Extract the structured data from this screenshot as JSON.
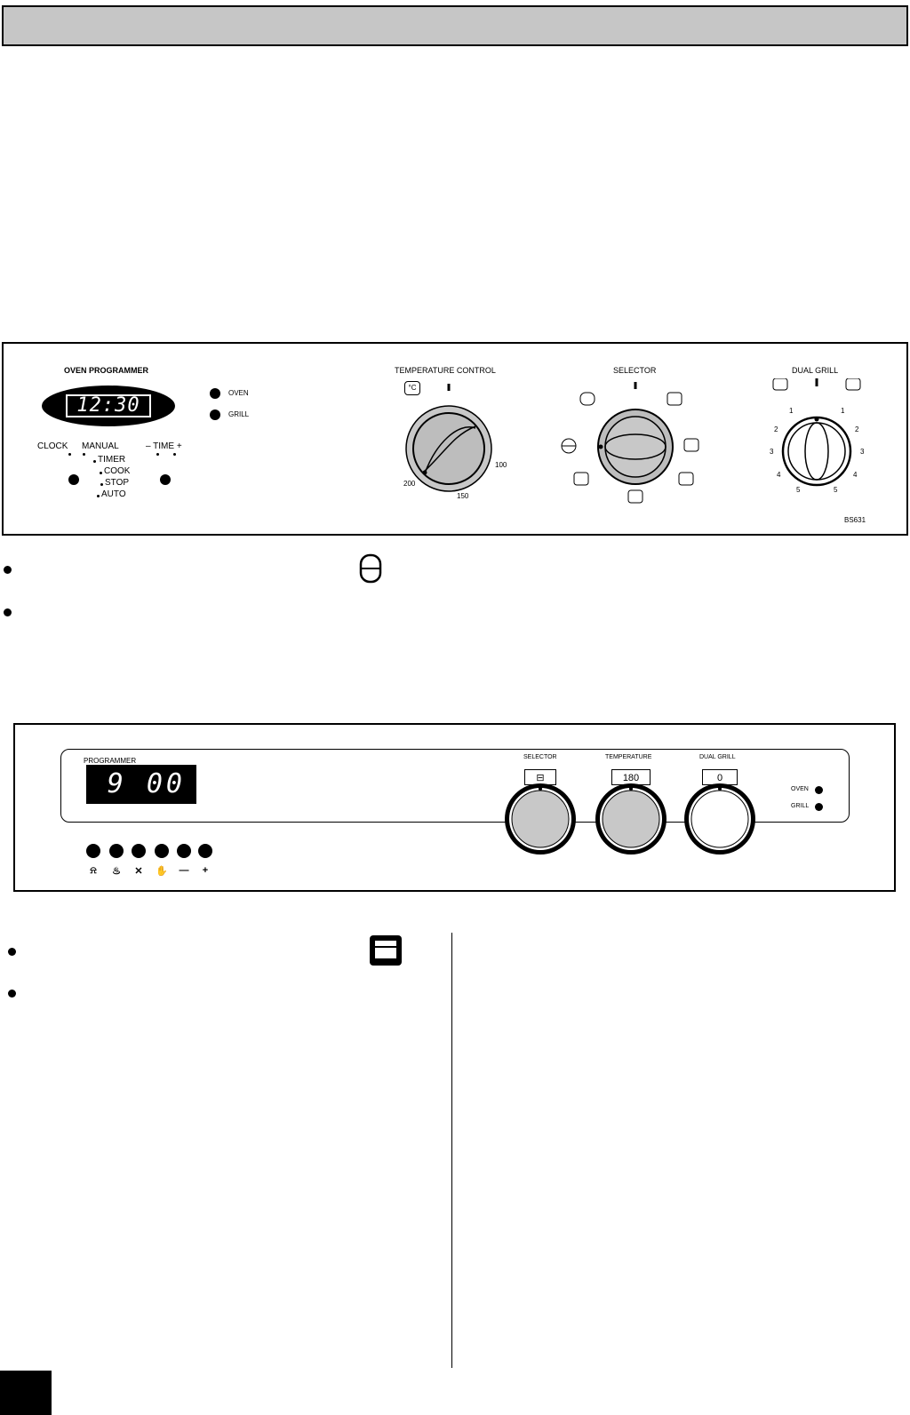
{
  "panel1": {
    "code": "BS631",
    "programmer": {
      "title": "OVEN PROGRAMMER",
      "display": "12:30",
      "clock_label": "CLOCK",
      "manual_label": "MANUAL",
      "modes": [
        "TIMER",
        "COOK",
        "STOP",
        "AUTO"
      ],
      "time_label": "– TIME +"
    },
    "indicators": {
      "oven": "OVEN",
      "grill": "GRILL"
    },
    "temperature": {
      "title": "TEMPERATURE CONTROL",
      "unit": "°C",
      "scale": [
        "100",
        "150",
        "200"
      ]
    },
    "selector": {
      "title": "SELECTOR"
    },
    "dual_grill": {
      "title": "DUAL GRILL",
      "left_scale": [
        "1",
        "2",
        "3",
        "4",
        "5"
      ],
      "right_scale": [
        "1",
        "2",
        "3",
        "4",
        "5"
      ]
    }
  },
  "panel2": {
    "programmer": {
      "title": "PROGRAMMER",
      "display": "9 00"
    },
    "selector": {
      "title": "SELECTOR",
      "display": "⊟"
    },
    "temperature": {
      "title": "TEMPERATURE",
      "display": "180"
    },
    "dual_grill": {
      "title": "DUAL GRILL",
      "display": "0"
    },
    "indicators": {
      "oven": "OVEN",
      "grill": "GRILL"
    },
    "buttons": [
      "bell-icon",
      "cook-time-icon",
      "end-time-icon",
      "manual-hand-icon",
      "minus-icon",
      "plus-icon"
    ],
    "button_symbols": [
      "⍾",
      "♨",
      "✕",
      "✋",
      "—",
      "+"
    ]
  }
}
